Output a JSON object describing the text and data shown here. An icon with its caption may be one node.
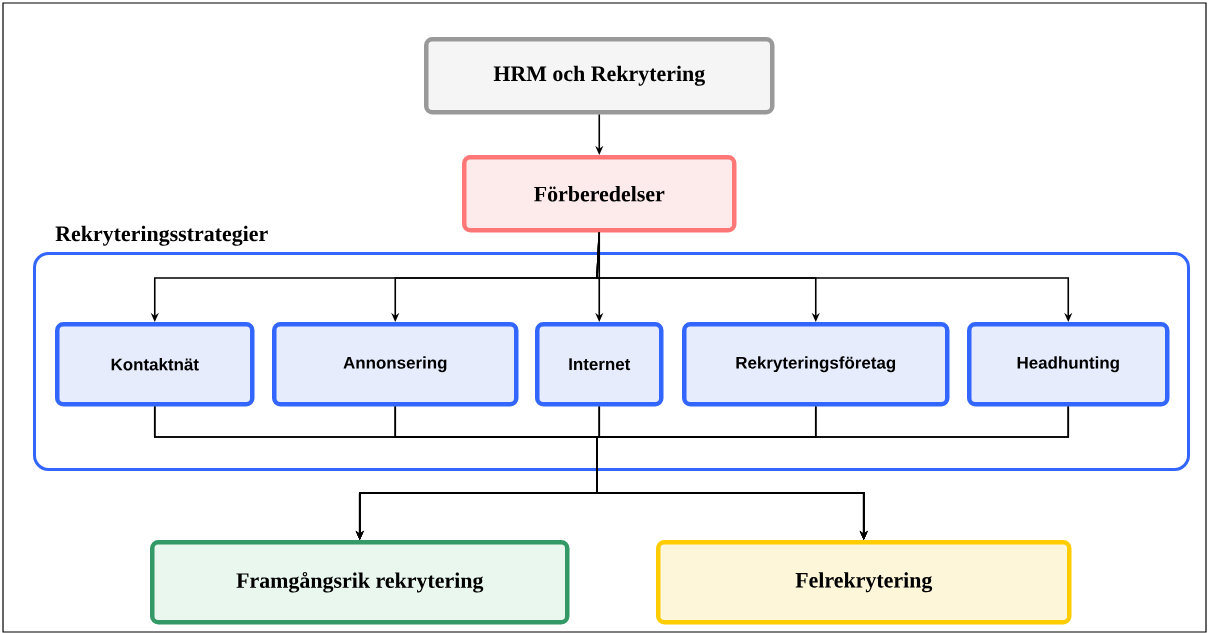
{
  "diagram": {
    "nodes": [
      {
        "text": [
          "HRM och Rekrytering"
        ]
      },
      {
        "text": [
          "Förberedelser"
        ]
      },
      {
        "text": [
          "Rekryteringsstrategier"
        ]
      },
      {
        "text": [
          "Kontaktnät"
        ],
        "in": 2
      },
      {
        "text": [
          "Annonsering"
        ],
        "in": 2
      },
      {
        "text": [
          "Internet"
        ],
        "in": 2
      },
      {
        "text": [
          "Rekryteringsföretag"
        ],
        "in": 2
      },
      {
        "text": [
          "Headhunting"
        ],
        "in": 2
      },
      {
        "text": [
          "Framgångsrik rekrytering"
        ]
      },
      {
        "text": [
          "Felrekrytering"
        ]
      }
    ],
    "edges": [
      {
        "from": 0,
        "to": 1,
        "arrow": "to"
      },
      {
        "from": 1,
        "to": 3,
        "arrow": "to"
      },
      {
        "from": 1,
        "to": 4,
        "arrow": "to"
      },
      {
        "from": 1,
        "to": 5,
        "arrow": "to"
      },
      {
        "from": 1,
        "to": 6,
        "arrow": "to"
      },
      {
        "from": 1,
        "to": 7,
        "arrow": "to"
      },
      {
        "from": 3,
        "to": 8,
        "arrow": "to"
      },
      {
        "from": 3,
        "to": 9,
        "arrow": "to"
      },
      {
        "from": 4,
        "to": 8,
        "arrow": "to"
      },
      {
        "from": 4,
        "to": 9,
        "arrow": "to"
      },
      {
        "from": 5,
        "to": 8,
        "arrow": "to"
      },
      {
        "from": 5,
        "to": 9,
        "arrow": "to"
      },
      {
        "from": 6,
        "to": 8,
        "arrow": "to"
      },
      {
        "from": 6,
        "to": 9,
        "arrow": "to"
      },
      {
        "from": 7,
        "to": 8,
        "arrow": "to"
      },
      {
        "from": 7,
        "to": 9,
        "arrow": "to"
      }
    ]
  }
}
